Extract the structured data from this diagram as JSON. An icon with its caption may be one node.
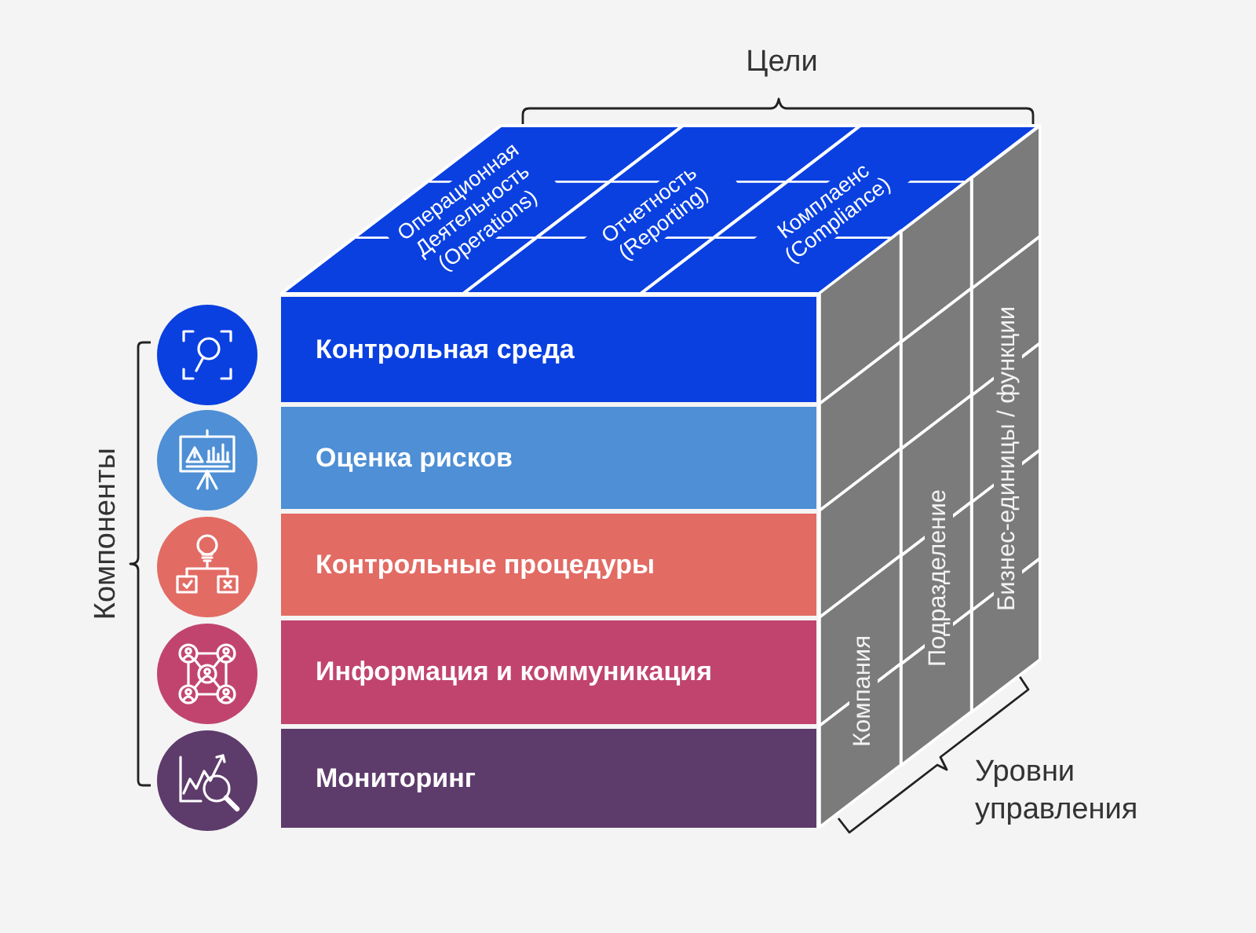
{
  "diagram": {
    "nodes": [
      {
        "text": [
          "Контрольная среда"
        ]
      },
      {
        "text": [
          "Оценка рисков"
        ]
      },
      {
        "text": [
          "Контрольные процедуры"
        ]
      },
      {
        "text": [
          "Информация и коммуникация"
        ]
      },
      {
        "text": [
          "Мониторинг"
        ]
      },
      {
        "text": [
          "Операционная Деятельность (Operations)"
        ]
      },
      {
        "text": [
          "Отчетность (Reporting)"
        ]
      },
      {
        "text": [
          "Комплаенс (Compliance)"
        ]
      },
      {
        "text": [
          "Компания"
        ]
      },
      {
        "text": [
          "Подразделение"
        ]
      },
      {
        "text": [
          "Бизнес-единицы / функции"
        ]
      }
    ],
    "labels": [
      "Цели",
      "Компоненты",
      "Уровни управления"
    ]
  }
}
